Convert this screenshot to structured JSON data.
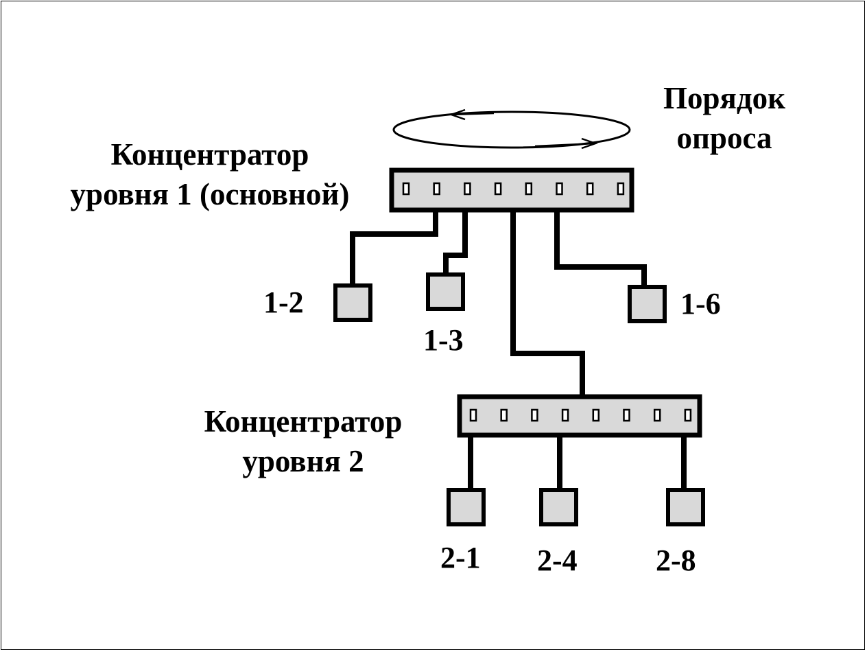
{
  "labels": {
    "hub1_line1": "Концентратор",
    "hub1_line2": "уровня 1 (основной)",
    "hub2_line1": "Концентратор",
    "hub2_line2": "уровня 2",
    "poll_line1": "Порядок",
    "poll_line2": "опроса"
  },
  "devices": {
    "d1_2": "1-2",
    "d1_3": "1-3",
    "d1_6": "1-6",
    "d2_1": "2-1",
    "d2_4": "2-4",
    "d2_8": "2-8"
  },
  "colors": {
    "fill": "#d9d9d9",
    "stroke": "#000000",
    "background": "#ffffff"
  },
  "hub_port_count": 8
}
